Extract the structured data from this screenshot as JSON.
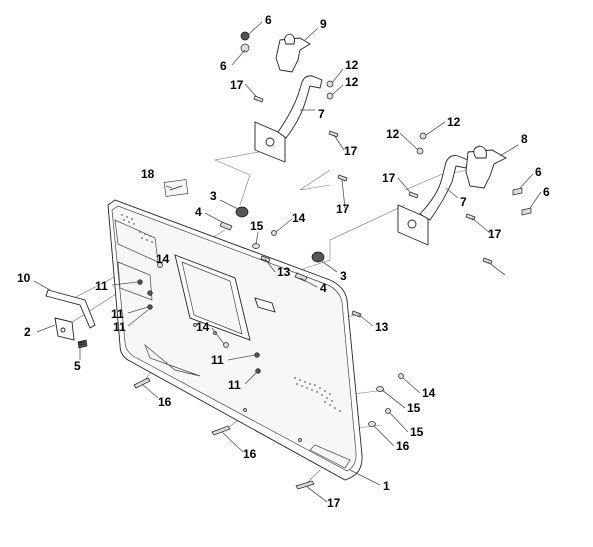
{
  "diagram": {
    "callouts": [
      "1",
      "2",
      "3",
      "3",
      "4",
      "4",
      "5",
      "6",
      "6",
      "6",
      "6",
      "7",
      "7",
      "8",
      "9",
      "10",
      "11",
      "11",
      "11",
      "11",
      "11",
      "12",
      "12",
      "12",
      "12",
      "13",
      "13",
      "14",
      "14",
      "14",
      "14",
      "15",
      "15",
      "15",
      "16",
      "16",
      "16",
      "17",
      "17",
      "17",
      "17",
      "17",
      "17",
      "18"
    ]
  }
}
